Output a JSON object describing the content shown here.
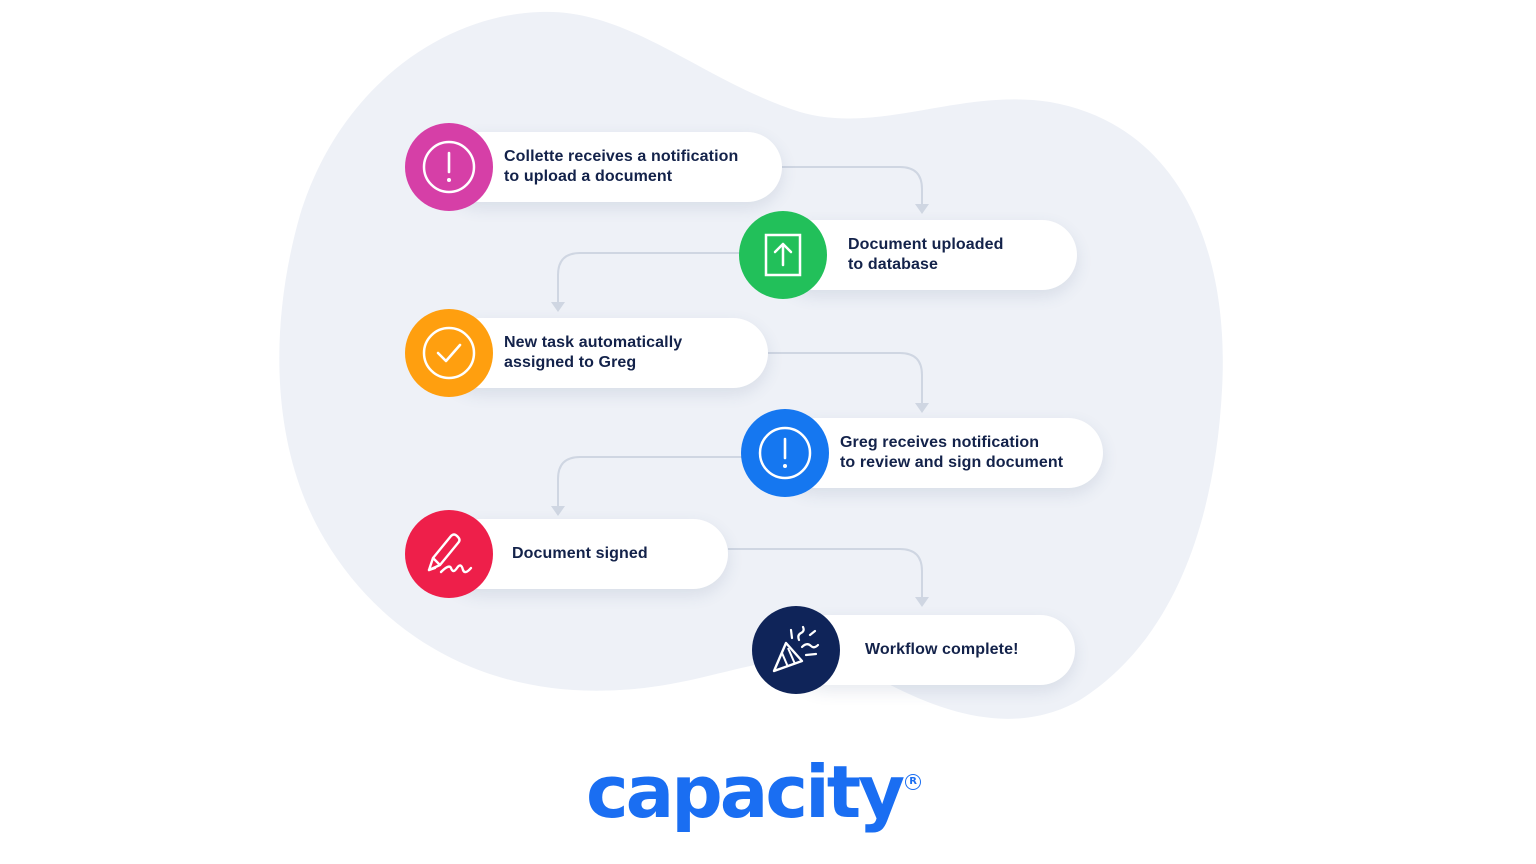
{
  "steps": [
    {
      "text_line1": "Collette receives a notification",
      "text_line2": "to upload a document",
      "icon": "alert-icon",
      "color": "#d63fa7"
    },
    {
      "text_line1": "Document uploaded",
      "text_line2": "to database",
      "icon": "upload-icon",
      "color": "#22c05a"
    },
    {
      "text_line1": "New task automatically",
      "text_line2": "assigned to Greg",
      "icon": "check-icon",
      "color": "#ff9f0f"
    },
    {
      "text_line1": "Greg receives notification",
      "text_line2": "to review and sign document",
      "icon": "alert-icon",
      "color": "#1577f0"
    },
    {
      "text_line1": "Document signed",
      "text_line2": "",
      "icon": "signature-icon",
      "color": "#ee1f4a"
    },
    {
      "text_line1": "Workflow complete!",
      "text_line2": "",
      "icon": "party-popper-icon",
      "color": "#0f2459"
    }
  ],
  "logo": {
    "wordmark": "capacity",
    "registered_mark": "R",
    "color": "#1a6ef2"
  },
  "colors": {
    "background_blob": "#eef1f7",
    "connector": "#cfd6e2",
    "text": "#13224a"
  }
}
